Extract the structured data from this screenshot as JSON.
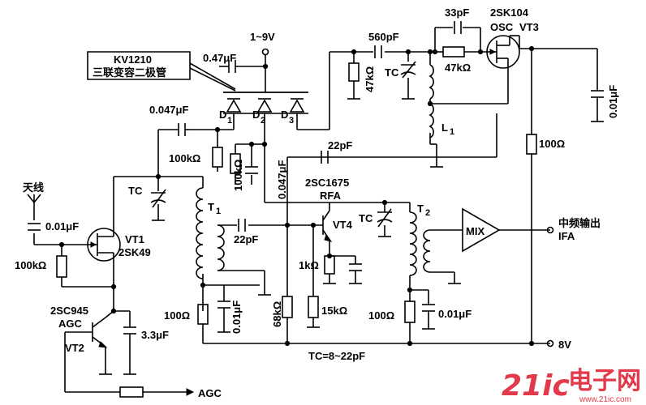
{
  "labels": {
    "supply_top": "1~9V",
    "cap_047u_top": "0.47μF",
    "diode_part": "KV1210",
    "diode_desc": "三联变容二极管",
    "d1": "D",
    "d1_sub": "1",
    "d2": "D",
    "d2_sub": "2",
    "d3": "D",
    "d3_sub": "3",
    "cap_0047u_left": "0.047μF",
    "res_100k_mid": "100kΩ",
    "res_100k_vert": "100kΩ",
    "cap_0047u_vert": "0.047μF",
    "cap_22p_coupling": "22pF",
    "rfa_part": "2SC1675",
    "rfa_name": "RFA",
    "cap_560p": "560pF",
    "cap_33p": "33pF",
    "osc_part": "2SK104",
    "osc_name": "OSC",
    "vt3": "VT3",
    "res_47k_vert": "47kΩ",
    "tc_osc": "TC",
    "res_47k_horiz": "47kΩ",
    "l1": "L",
    "l1_sub": "1",
    "cap_001u_right": "0.01μF",
    "res_100_right": "100Ω",
    "antenna": "天线",
    "cap_001u_ant": "0.01μF",
    "vt1": "VT1",
    "vt1_part": "2SK49",
    "res_100k_left": "100kΩ",
    "tc_in": "TC",
    "t1": "T",
    "t1_sub": "1",
    "cap_22p_t1": "22pF",
    "vt4": "VT4",
    "tc_rfa": "TC",
    "t2": "T",
    "t2_sub": "2",
    "mix": "MIX",
    "if_out_cn": "中频输出",
    "if_out_en": "IFA",
    "res_1k": "1kΩ",
    "res_15k": "15kΩ",
    "res_68k": "68kΩ",
    "res_100_t1": "100Ω",
    "cap_001u_t1": "0.01μF",
    "res_100_t2": "100Ω",
    "cap_001u_t2": "0.01μF",
    "vt2_part": "2SC945",
    "vt2_func": "AGC",
    "vt2": "VT2",
    "cap_33u": "3.3μF",
    "tc_range": "TC=8~22pF",
    "supply_8v": "8V",
    "agc_in": "AGC"
  },
  "watermark": {
    "logo": "21ic",
    "brand": "电子网",
    "url": "www.21ic.com",
    "color": "#e23a4a"
  }
}
